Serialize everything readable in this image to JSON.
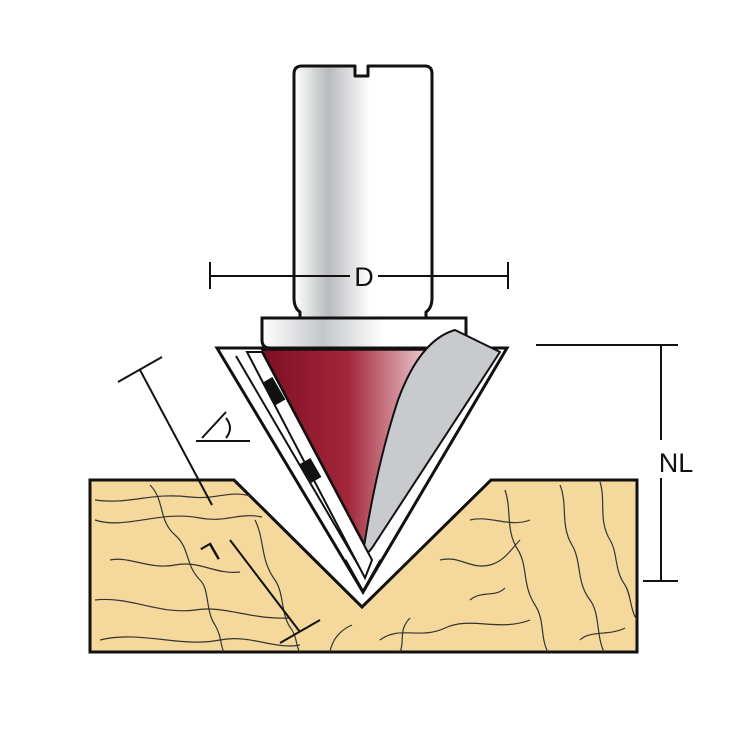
{
  "diagram": {
    "dimensions": {
      "diameter_label": "D",
      "length_label": "L",
      "overall_length_label": "NL"
    },
    "colors": {
      "wood": "#F5D89B",
      "wood_grain": "#3A3A3A",
      "cutter_red": "#9A1B2E",
      "cutter_highlight": "#F2D6D9",
      "flute_gray": "#C8CACD",
      "outline": "#111111",
      "shank_shade": "#B8BABD"
    },
    "icons": [
      "angle-icon"
    ]
  }
}
